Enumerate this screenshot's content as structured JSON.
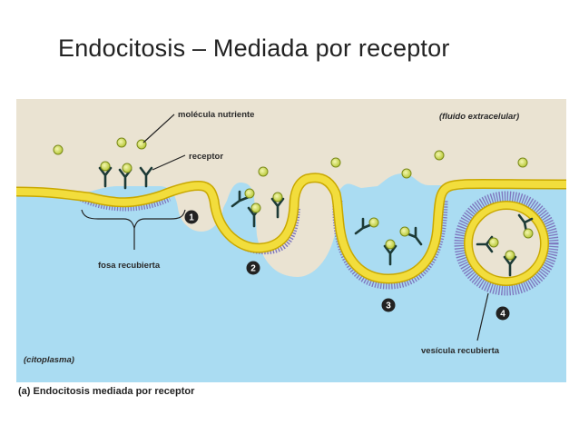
{
  "title": "Endocitosis – Mediada por receptor",
  "caption": "(a) Endocitosis mediada por receptor",
  "labels": {
    "nutrient": "molécula nutriente",
    "receptor": "receptor",
    "extracellular": "(fluido extracelular)",
    "coated_pit": "fosa recubierta",
    "cytoplasm": "(citoplasma)",
    "coated_vesicle": "vesícula recubierta"
  },
  "steps": [
    "1",
    "2",
    "3",
    "4"
  ],
  "colors": {
    "extracellular": "#eae3d2",
    "cytoplasm": "#aadcf2",
    "membrane": "#f2dd3c",
    "membrane_edge": "#c9a800",
    "coat": "#7f78bf",
    "receptor": "#1c3a36",
    "nutrient": "#c8d84a",
    "step_badge": "#222222"
  }
}
